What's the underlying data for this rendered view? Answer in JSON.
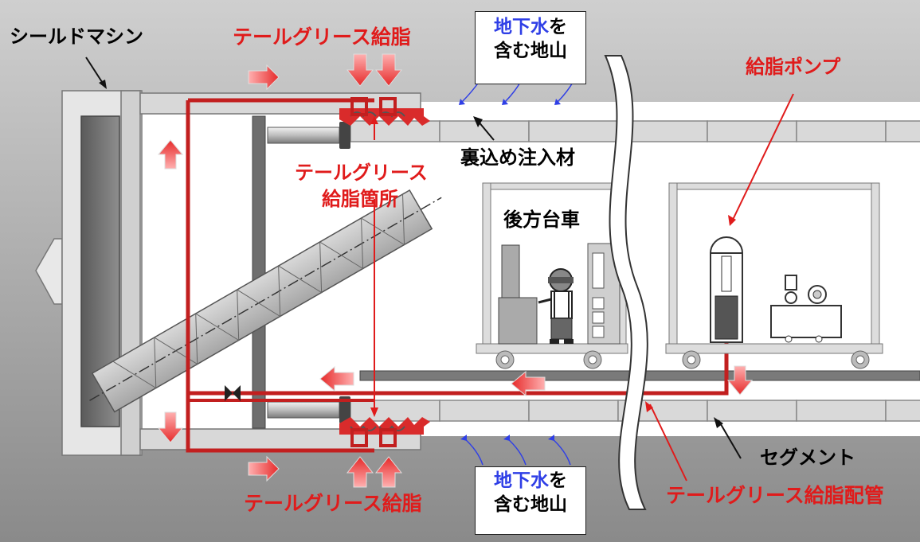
{
  "labels": {
    "shield_machine": "シールドマシン",
    "tail_grease_top": "テールグリース給脂",
    "tail_grease_bottom": "テールグリース給脂",
    "groundwater_top": {
      "highlight": "地下水",
      "rest1": "を",
      "line2": "含む地山"
    },
    "groundwater_bottom": {
      "highlight": "地下水",
      "rest1": "を",
      "line2": "含む地山"
    },
    "grease_pump": "給脂ポンプ",
    "backfill": "裏込め注入材",
    "grease_point_line1": "テールグリース",
    "grease_point_line2": "給脂箇所",
    "rear_carriage": "後方台車",
    "segment": "セグメント",
    "grease_piping": "テールグリース給脂配管"
  },
  "colors": {
    "background_top": "#c9c9c9",
    "background_bottom": "#8f8f8f",
    "tunnel_interior": "#ffffff",
    "pipe": "#c21f1f",
    "grease": "#d92b2b",
    "arrow_red": "#f04848",
    "water_arrow": "#2f3fe6",
    "segment_fill": "#d6d6d6"
  }
}
